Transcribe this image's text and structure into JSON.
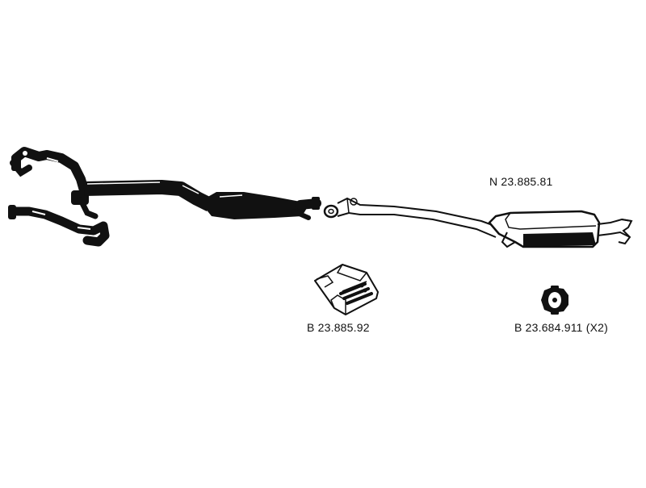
{
  "parts": {
    "rear_section": {
      "code": "N 23.885.81"
    },
    "mounting_kit": {
      "code": "B 23.885.92"
    },
    "rubber_hanger": {
      "code": "B 23.684.911 (X2)"
    }
  },
  "colors": {
    "ink": "#111111",
    "paper": "#ffffff"
  },
  "icons": [
    "front-pipe-icon",
    "rear-silencer-icon",
    "mounting-kit-icon",
    "rubber-hanger-icon"
  ]
}
